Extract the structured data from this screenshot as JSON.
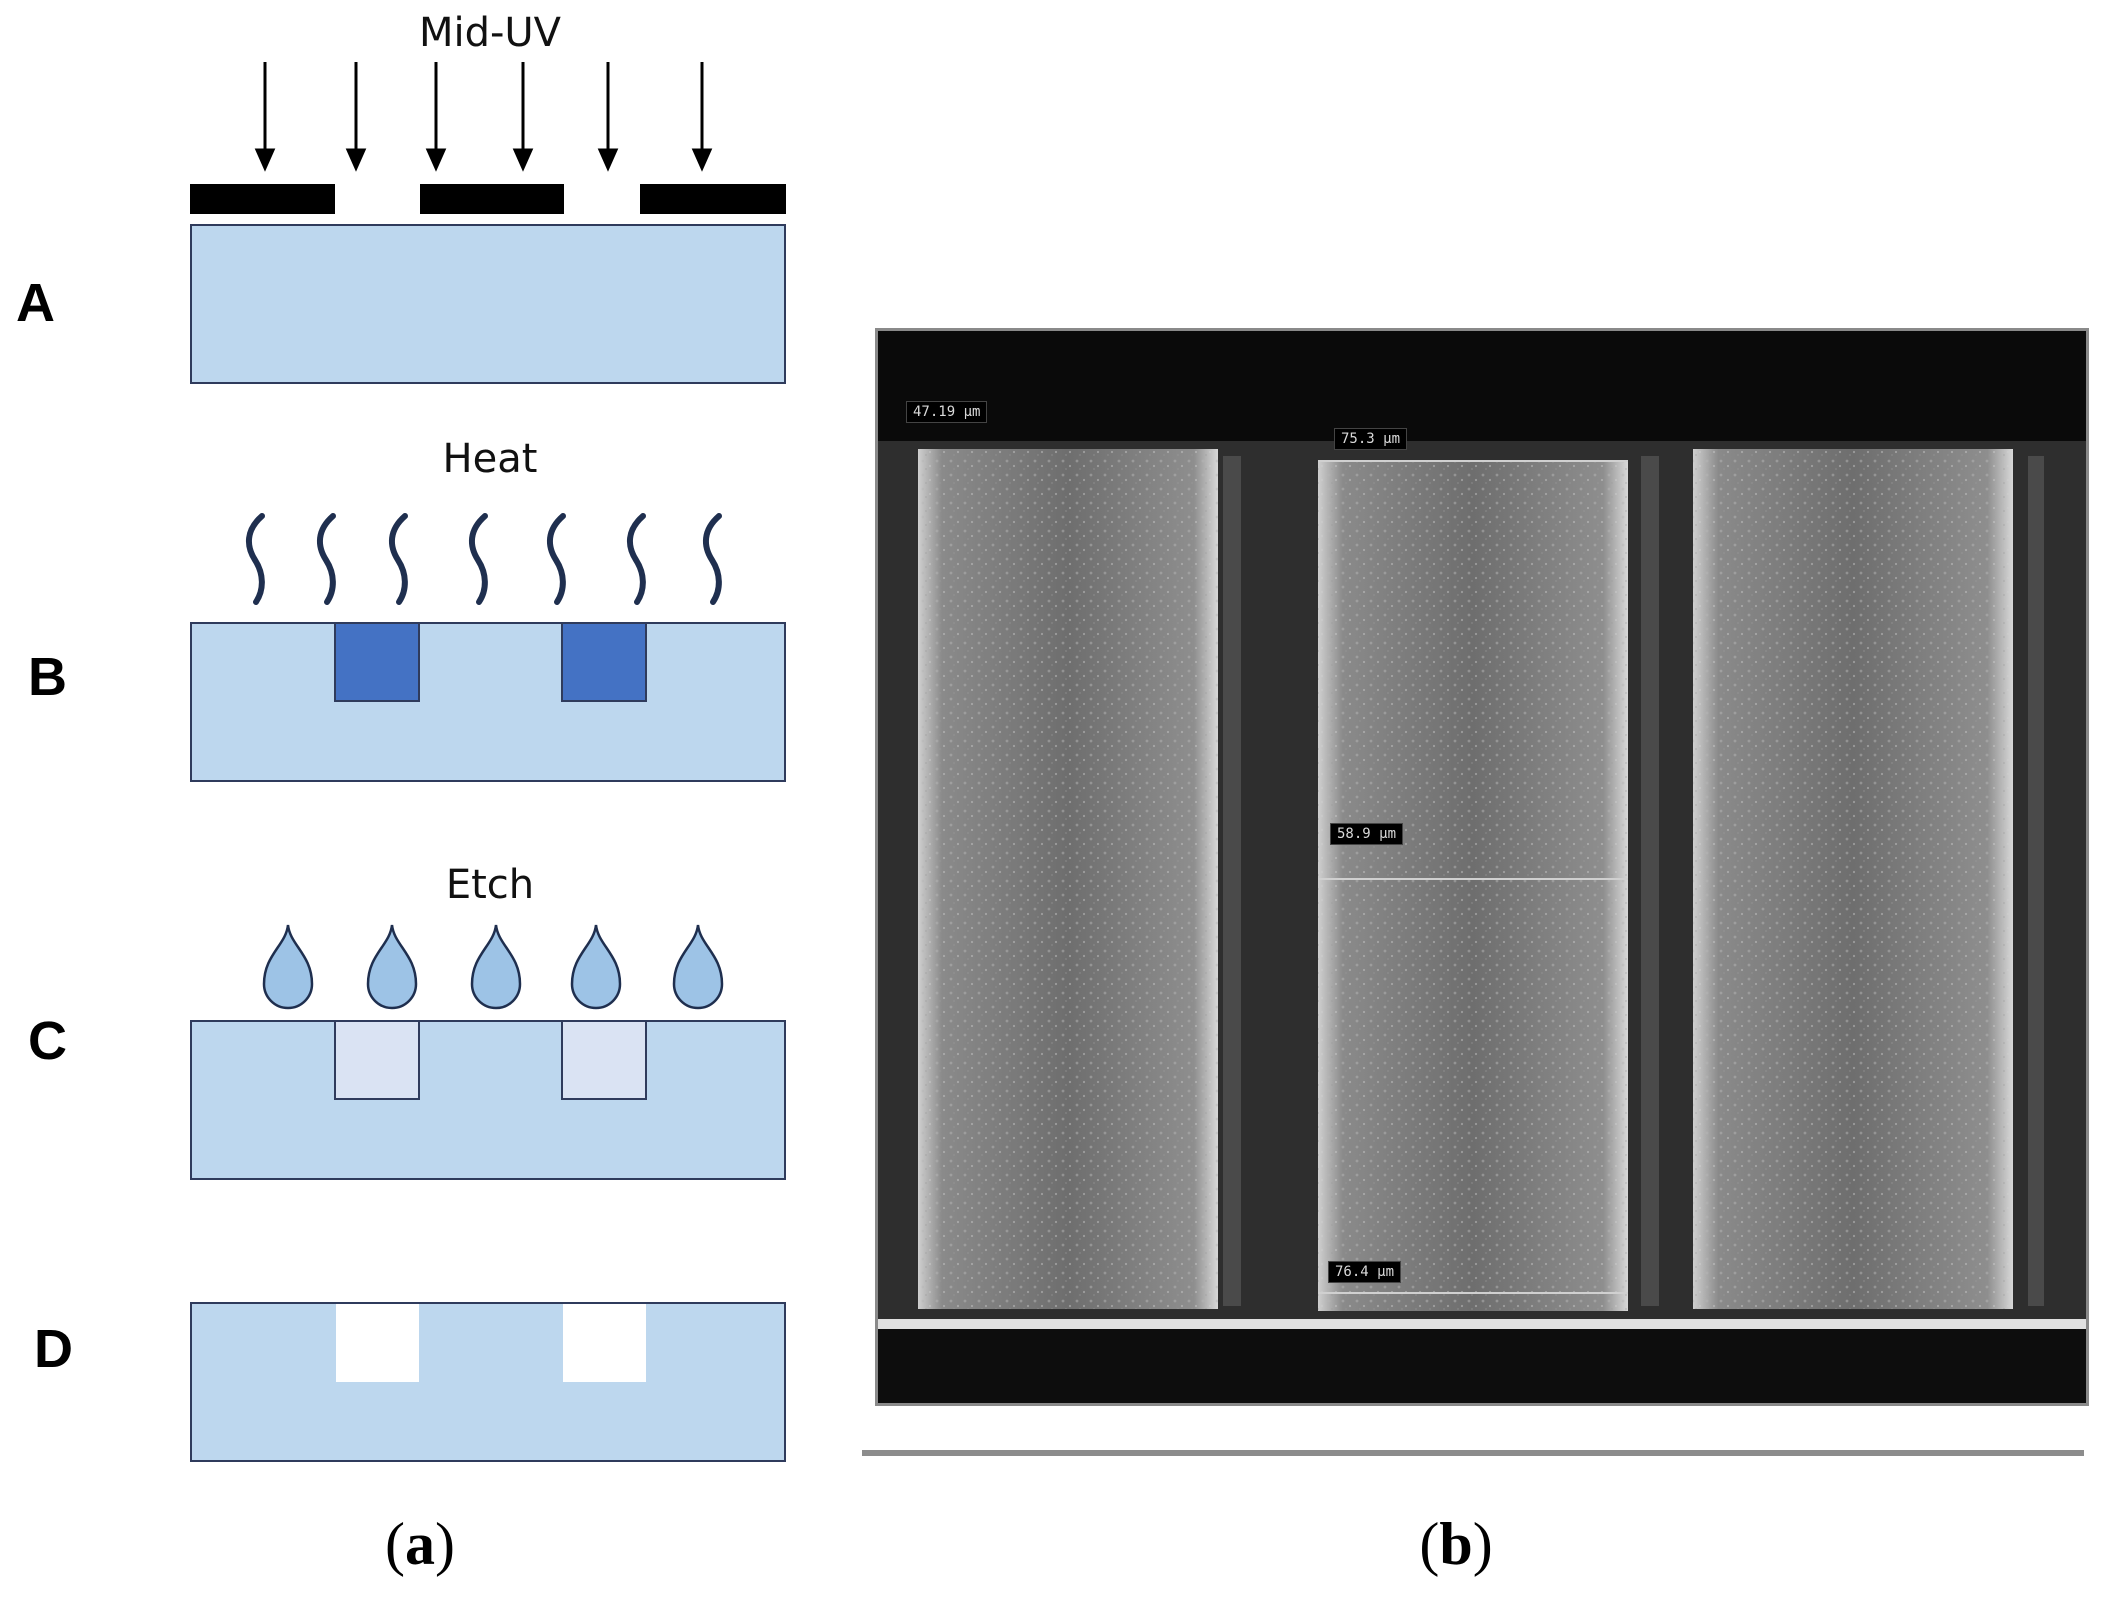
{
  "panel_a": {
    "label_open": "(",
    "label_letter": "a",
    "label_close": ")",
    "steps": [
      {
        "letter": "A",
        "process": "Mid-UV"
      },
      {
        "letter": "B",
        "process": "Heat"
      },
      {
        "letter": "C",
        "process": "Etch"
      },
      {
        "letter": "D",
        "process": ""
      }
    ]
  },
  "panel_b": {
    "label_open": "(",
    "label_letter": "b",
    "label_close": ")",
    "measurements": [
      "47.19 µm",
      "75.3 µm",
      "58.9 µm",
      "76.4 µm"
    ]
  },
  "colors": {
    "substrate": "#bdd7ee",
    "exposed": "#4472c4",
    "etched": "#dae3f3",
    "mask": "#000000",
    "outline": "#2f3b5c"
  },
  "icons": [
    "down-arrow-icon",
    "heat-wave-icon",
    "droplet-icon"
  ]
}
